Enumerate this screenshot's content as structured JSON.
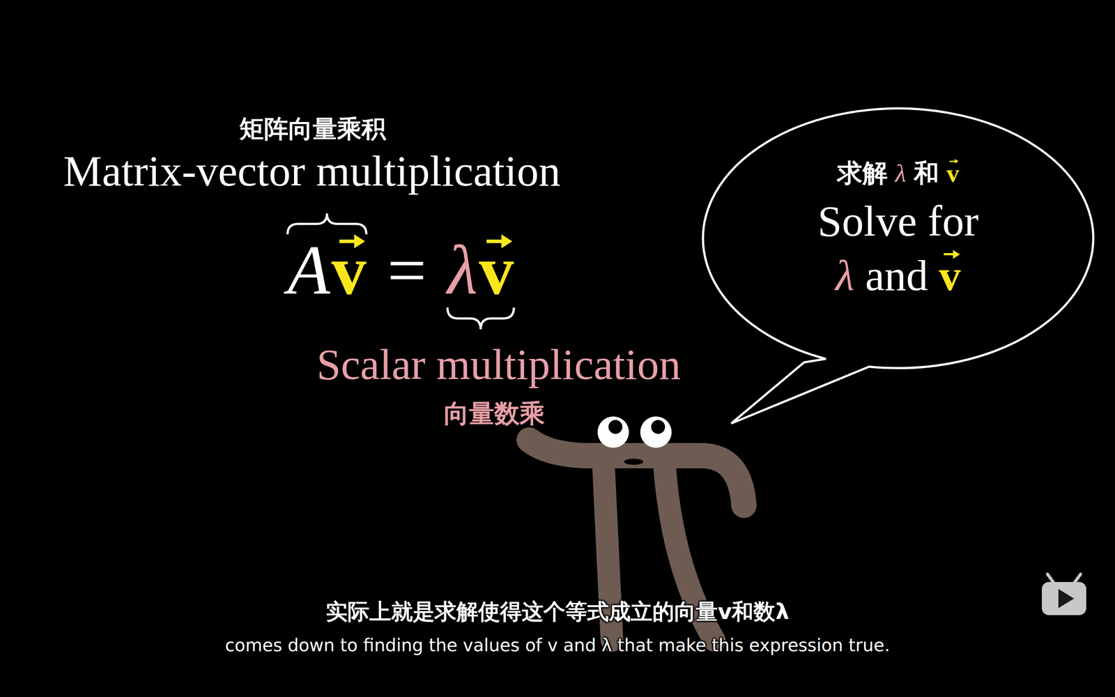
{
  "diagram": {
    "nodes": [
      {
        "text": [
          "求解",
          "λ",
          "和",
          "v",
          "Solve for",
          "λ",
          "and",
          "v"
        ]
      }
    ],
    "labels": [
      "矩阵向量乘积",
      "Matrix-vector multiplication",
      "A",
      "v",
      "=",
      "λ",
      "v",
      "Scalar multiplication",
      "向量数乘",
      "实际上就是求解使得这个等式成立的向量v和数λ",
      "comes down to finding the values of v and λ that make this expression true."
    ]
  }
}
